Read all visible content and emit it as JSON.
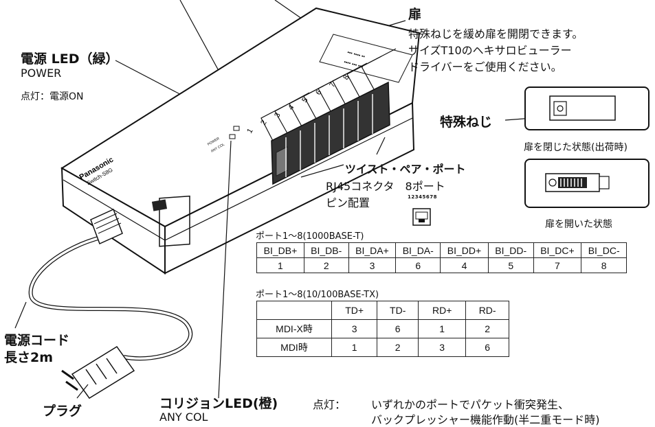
{
  "door": {
    "title": "扉",
    "desc1": "特殊ねじを緩め扉を開閉できます。",
    "desc2": "サイズT10のヘキサロビューラー",
    "desc3": "ドライバーをご使用ください。"
  },
  "power_led": {
    "title": "電源 LED（緑）",
    "name": "POWER",
    "state": "点灯：電源ON"
  },
  "special_screw": {
    "label": "特殊ねじ",
    "closed_caption": "扉を閉じた状態(出荷時)",
    "open_caption": "扉を開いた状態"
  },
  "ports": {
    "title": "ツイスト・ペア・ポート",
    "connector": "RJ45コネクタ　8ポート",
    "pin_label": "ピン配置",
    "pin_numbers": "12345678"
  },
  "device": {
    "brand": "Panasonic",
    "model": "Switch-S8G",
    "led_power": "POWER",
    "led_anycol": "ANY COL",
    "port_numbers": [
      "1",
      "2",
      "3",
      "4",
      "5",
      "6",
      "7",
      "8"
    ]
  },
  "table1000": {
    "title": "ポート1～8(1000BASE-T)",
    "header": [
      "BI_DB+",
      "BI_DB-",
      "BI_DA+",
      "BI_DA-",
      "BI_DD+",
      "BI_DD-",
      "BI_DC+",
      "BI_DC-"
    ],
    "values": [
      "1",
      "2",
      "3",
      "6",
      "4",
      "5",
      "7",
      "8"
    ]
  },
  "table100": {
    "title": "ポート1～8(10/100BASE-TX)",
    "header": [
      "",
      "TD+",
      "TD-",
      "RD+",
      "RD-"
    ],
    "rows": [
      [
        "MDI-X時",
        "3",
        "6",
        "1",
        "2"
      ],
      [
        "MDI時",
        "1",
        "2",
        "3",
        "6"
      ]
    ]
  },
  "power_cord": {
    "title": "電源コード",
    "length": "長さ2m"
  },
  "plug": {
    "label": "プラグ"
  },
  "collision_led": {
    "title": "コリジョンLED(橙)",
    "name": "ANY COL",
    "state_label": "点灯：",
    "desc1": "いずれかのポートでパケット衝突発生、",
    "desc2": "バックプレッシャー機能作動(半二重モード時)"
  }
}
